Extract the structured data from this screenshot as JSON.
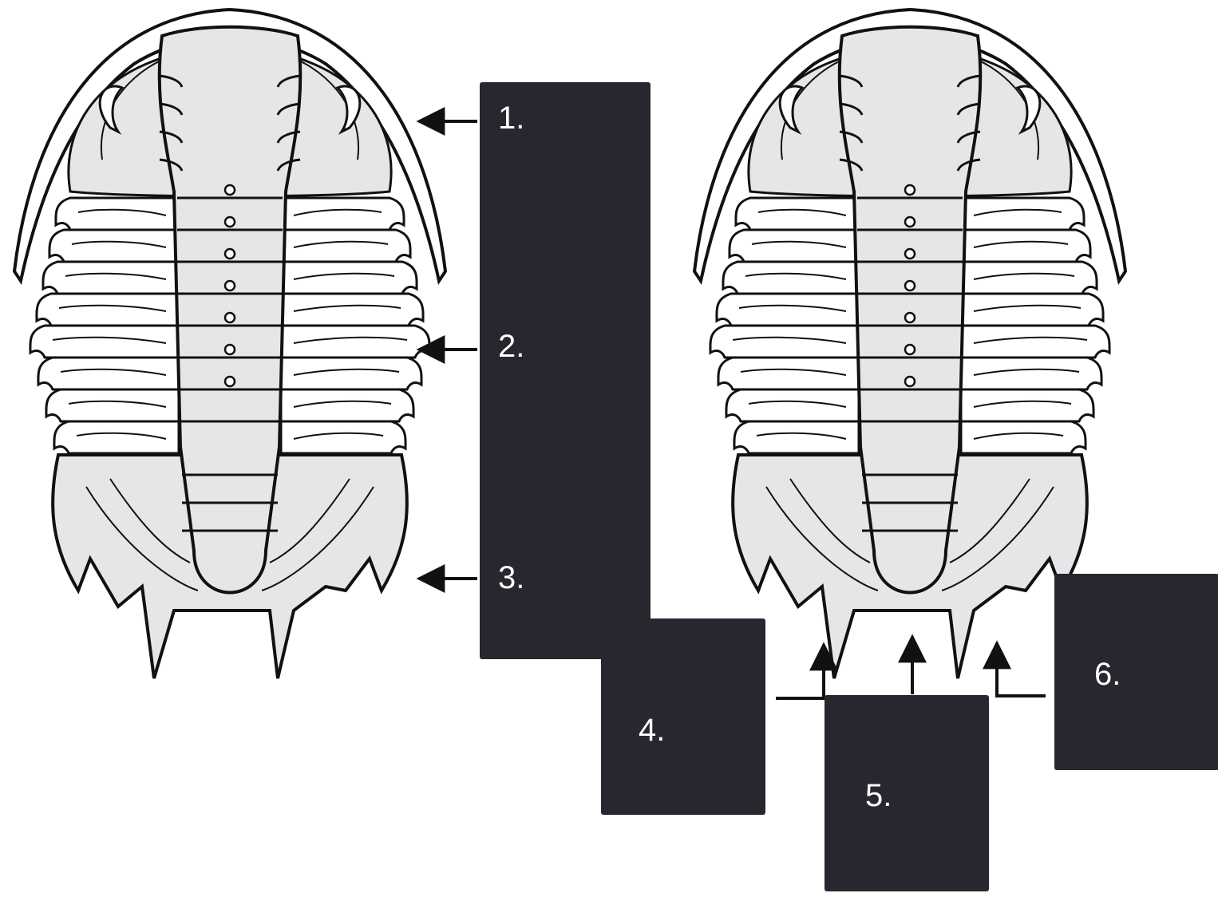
{
  "diagram": {
    "subject": "trilobite",
    "specimens": [
      "left-trilobite",
      "right-trilobite"
    ],
    "labels": [
      "1.",
      "2.",
      "3.",
      "4.",
      "5.",
      "6."
    ],
    "colors": {
      "background": "#ffffff",
      "outline": "#111111",
      "shading": "#e6e6e8",
      "label_box": "#272730",
      "label_text": "#ffffff"
    }
  }
}
